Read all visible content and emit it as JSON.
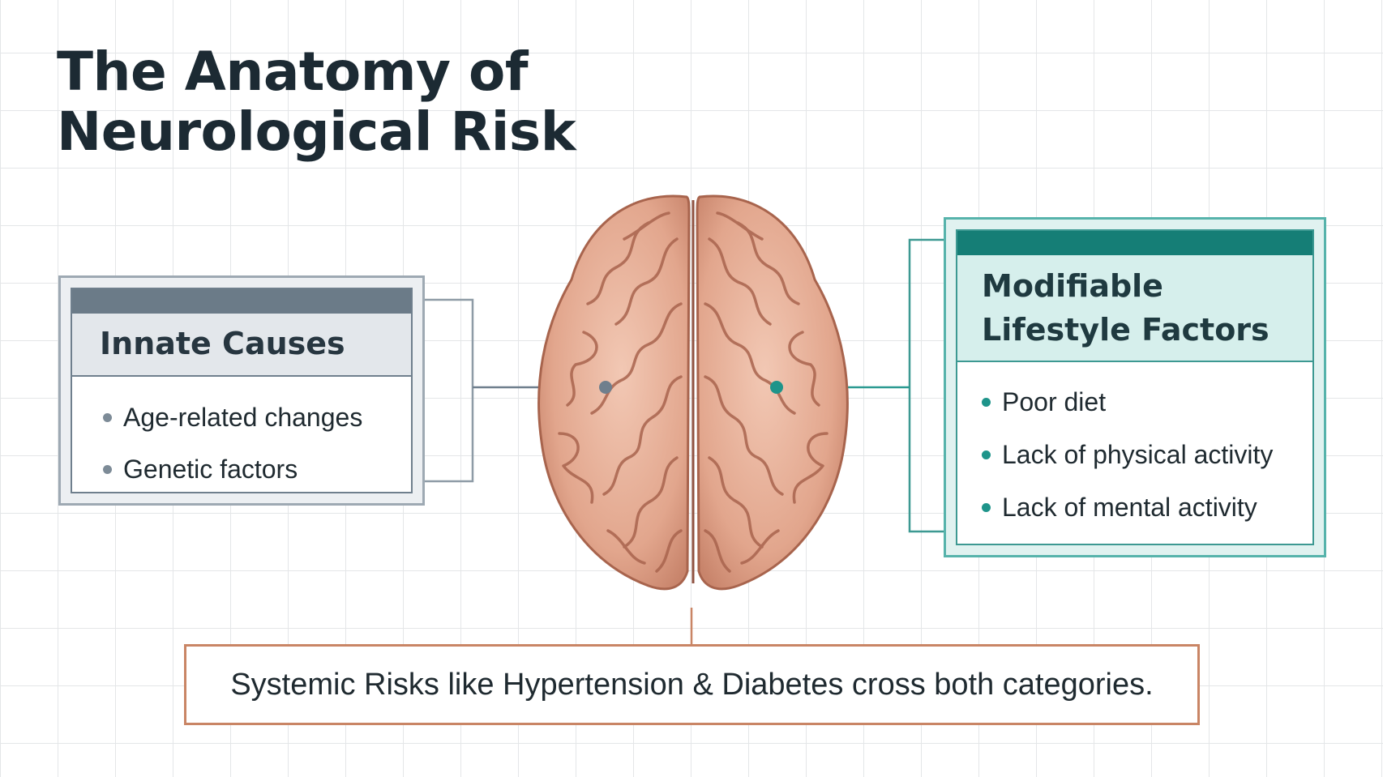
{
  "title": {
    "line1": "The Anatomy of",
    "line2": "Neurological Risk"
  },
  "innate": {
    "heading": "Innate Causes",
    "items": [
      "Age-related changes",
      "Genetic factors"
    ]
  },
  "modifiable": {
    "heading_line1": "Modifiable",
    "heading_line2": "Lifestyle Factors",
    "items": [
      "Poor diet",
      "Lack of physical activity",
      "Lack of mental activity"
    ]
  },
  "systemic": "Systemic Risks like Hypertension & Diabetes cross both categories.",
  "colors": {
    "innate_accent": "#6b7b88",
    "modifiable_accent": "#157e76",
    "systemic_border": "#c98565",
    "title": "#1c2a33"
  }
}
